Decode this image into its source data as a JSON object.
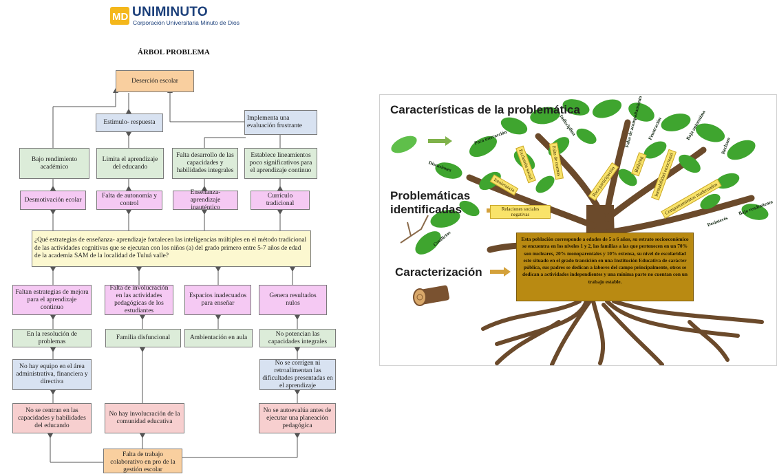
{
  "logo": {
    "name": "UNIMINUTO",
    "subtitle": "Corporación Universitaria Minuto de Dios",
    "mark": "MD"
  },
  "tree_title": "ÁRBOL PROBLEMA",
  "problem_tree": {
    "top_effect": "Deserción escolar",
    "effects_level2": [
      "Estimulo- respuesta",
      "Implementa una evaluación frustrante"
    ],
    "effects_level3": [
      "Bajo rendimiento académico",
      "Limita el aprendizaje del educando",
      "Falta desarrollo de las capacidades y habilidades integrales",
      "Establece lineamientos poco significativos para el aprendizaje continuo"
    ],
    "effects_level4": [
      "Desmotivación ecolar",
      "Falta de autonomía y control",
      "Enseñanza-aprendizaje inauténtico",
      "Currículo tradicional"
    ],
    "central_question": "¿Qué estrategias de enseñanza- aprendizaje fortalecen las inteligencias múltiples en el método tradicional de las actividades cognitivas que se ejecutan con los niños (a) del grado primero entre 5-7 años de edad de la academia SAM de la localidad de Tuluá valle?",
    "causes_level1": [
      "Faltan estrategias de mejora para el aprendizaje continuo",
      "Falta de involucración en las actividades pedagógicas de los estudiantes",
      "Espacios inadecuados para enseñar",
      "Genera resultados nulos"
    ],
    "causes_level2": [
      "En la resolución de problemas",
      "Familia disfuncional",
      "Ambientación en aula",
      "No potencian las capacidades integrales"
    ],
    "causes_level3": [
      "No hay equipo en el área administrativa, financiera y directiva",
      "No se corrigen ni retroalimentan las dificultades presentadas en el aprendizaje"
    ],
    "causes_level4": [
      "No se centran en las capacidades y habilidades del educando",
      "No hay involucración de la comunidad educativa",
      "No se autoevalúa antes de ejecutar una planeación pedagógica"
    ],
    "root_cause": "Falta de trabajo colaborativo  en pro de la gestión escolar"
  },
  "illustration": {
    "headings": [
      "Características de la problemática",
      "Problemáticas identificadas",
      "Caracterización"
    ],
    "leaves": [
      "Poca interacción",
      "Indisciplina",
      "Falta de acompañamiento",
      "Frustración",
      "Baja autoestima",
      "Rechazo",
      "Discusiones",
      "Conflictos",
      "Bajo rendimiento",
      "Desinterés"
    ],
    "tags": [
      "Exclusión social",
      "Falta de normas",
      "Intolerancia",
      "Poca participación",
      "Bullying",
      "Inestabilidad emocional",
      "Comportamientos inadecuados",
      "Relaciones sociales negativas"
    ],
    "description": "Esta población corresponde a edades de 5 a 6 años, su estrato socioeconómico se encuentra en los niveles 1 y 2, las familias a las que pertenecen en un 70% son nucleares, 20% monoparentales y 10% extensa, su nivel de escolaridad este situado en el grado transición en una Institución Educativa de carácter pública, sus padres se dedican a labores del campo principalmente, otros se dedican a actividades independientes y una mínima parte no cuentan con un trabajo estable.",
    "colors": {
      "leaf": "#3fa52f",
      "trunk": "#6b4a2b",
      "tag": "#f9e36a",
      "description_box": "#b98a12"
    }
  }
}
